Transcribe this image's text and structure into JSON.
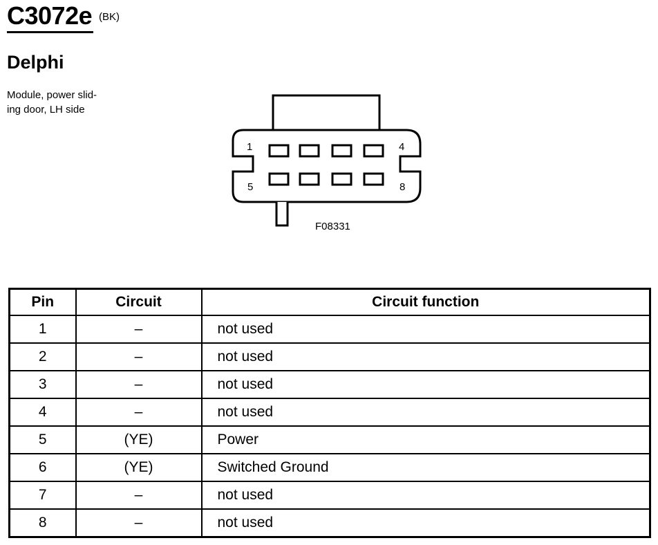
{
  "header": {
    "connector_id": "C3072e",
    "color_code": "(BK)"
  },
  "manufacturer": "Delphi",
  "description": {
    "line1": "Module, power slid-",
    "line2": "ing door, LH side"
  },
  "diagram": {
    "pin_label_1": "1",
    "pin_label_4": "4",
    "pin_label_5": "5",
    "pin_label_8": "8",
    "figure_id": "F08331"
  },
  "table": {
    "headers": {
      "pin": "Pin",
      "circuit": "Circuit",
      "function": "Circuit function"
    },
    "rows": [
      {
        "pin": "1",
        "circuit": "–",
        "function": "not used"
      },
      {
        "pin": "2",
        "circuit": "–",
        "function": "not used"
      },
      {
        "pin": "3",
        "circuit": "–",
        "function": "not used"
      },
      {
        "pin": "4",
        "circuit": "–",
        "function": "not used"
      },
      {
        "pin": "5",
        "circuit": "(YE)",
        "function": "Power"
      },
      {
        "pin": "6",
        "circuit": "(YE)",
        "function": "Switched Ground"
      },
      {
        "pin": "7",
        "circuit": "–",
        "function": "not used"
      },
      {
        "pin": "8",
        "circuit": "–",
        "function": "not used"
      }
    ]
  }
}
